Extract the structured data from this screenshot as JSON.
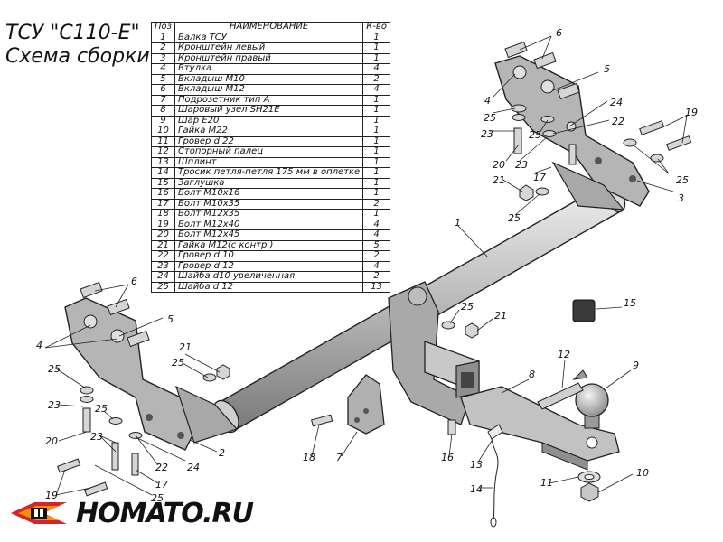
{
  "title": {
    "line1": "ТСУ \"С110-Е\"",
    "line2": "Схема сборки"
  },
  "table": {
    "headers": {
      "pos": "Поз",
      "name": "НАИМЕНОВАНИЕ",
      "qty": "К-во"
    },
    "rows": [
      {
        "pos": "1",
        "name": "Балка ТСУ",
        "qty": "1"
      },
      {
        "pos": "2",
        "name": "Кронштейн левый",
        "qty": "1"
      },
      {
        "pos": "3",
        "name": "Кронштейн правый",
        "qty": "1"
      },
      {
        "pos": "4",
        "name": "Втулка",
        "qty": "4"
      },
      {
        "pos": "5",
        "name": "Вкладыш М10",
        "qty": "2"
      },
      {
        "pos": "6",
        "name": "Вкладыш М12",
        "qty": "4"
      },
      {
        "pos": "7",
        "name": "Подрозетник тип А",
        "qty": "1"
      },
      {
        "pos": "8",
        "name": "Шаровый узел SH21E",
        "qty": "1"
      },
      {
        "pos": "9",
        "name": "Шар Е20",
        "qty": "1"
      },
      {
        "pos": "10",
        "name": "Гайка М22",
        "qty": "1"
      },
      {
        "pos": "11",
        "name": "Гровер d 22",
        "qty": "1"
      },
      {
        "pos": "12",
        "name": "Стопорный палец",
        "qty": "1"
      },
      {
        "pos": "13",
        "name": "Шплинт",
        "qty": "1"
      },
      {
        "pos": "14",
        "name": "Тросик петля-петля 175 мм в оплетке",
        "qty": "1"
      },
      {
        "pos": "15",
        "name": "Заглушка",
        "qty": "1"
      },
      {
        "pos": "16",
        "name": "Болт М10х16",
        "qty": "1"
      },
      {
        "pos": "17",
        "name": "Болт М10х35",
        "qty": "2"
      },
      {
        "pos": "18",
        "name": "Болт М12х35",
        "qty": "1"
      },
      {
        "pos": "19",
        "name": "Болт М12х40",
        "qty": "4"
      },
      {
        "pos": "20",
        "name": "Болт М12х45",
        "qty": "4"
      },
      {
        "pos": "21",
        "name": "Гайка М12(с контр.)",
        "qty": "5"
      },
      {
        "pos": "22",
        "name": "Гровер d 10",
        "qty": "2"
      },
      {
        "pos": "23",
        "name": "Гровер d 12",
        "qty": "4"
      },
      {
        "pos": "24",
        "name": "Шайба d10 увеличенная",
        "qty": "2"
      },
      {
        "pos": "25",
        "name": "Шайба d 12",
        "qty": "13"
      }
    ]
  },
  "callouts": [
    {
      "id": "c6a",
      "text": "6"
    },
    {
      "id": "c5a",
      "text": "5"
    },
    {
      "id": "c4a",
      "text": "4"
    },
    {
      "id": "c24a",
      "text": "24"
    },
    {
      "id": "c25a",
      "text": "25"
    },
    {
      "id": "c22a",
      "text": "22"
    },
    {
      "id": "c23a",
      "text": "23"
    },
    {
      "id": "c25b",
      "text": "25"
    },
    {
      "id": "c20a",
      "text": "20"
    },
    {
      "id": "c23b",
      "text": "23"
    },
    {
      "id": "c17a",
      "text": "17"
    },
    {
      "id": "c21a",
      "text": "21"
    },
    {
      "id": "c25c",
      "text": "25"
    },
    {
      "id": "c19a",
      "text": "19"
    },
    {
      "id": "c25d",
      "text": "25"
    },
    {
      "id": "c3",
      "text": "3"
    },
    {
      "id": "c1",
      "text": "1"
    },
    {
      "id": "c6b",
      "text": "6"
    },
    {
      "id": "c5b",
      "text": "5"
    },
    {
      "id": "c4b",
      "text": "4"
    },
    {
      "id": "c21b",
      "text": "21"
    },
    {
      "id": "c25e",
      "text": "25"
    },
    {
      "id": "c25f",
      "text": "25"
    },
    {
      "id": "c23c",
      "text": "23"
    },
    {
      "id": "c25g",
      "text": "25"
    },
    {
      "id": "c20b",
      "text": "20"
    },
    {
      "id": "c23d",
      "text": "23"
    },
    {
      "id": "c24b",
      "text": "24"
    },
    {
      "id": "c22b",
      "text": "22"
    },
    {
      "id": "c17b",
      "text": "17"
    },
    {
      "id": "c19b",
      "text": "19"
    },
    {
      "id": "c25h",
      "text": "25"
    },
    {
      "id": "c2",
      "text": "2"
    },
    {
      "id": "c25i",
      "text": "25"
    },
    {
      "id": "c21c",
      "text": "21"
    },
    {
      "id": "c15",
      "text": "15"
    },
    {
      "id": "c12",
      "text": "12"
    },
    {
      "id": "c9",
      "text": "9"
    },
    {
      "id": "c8",
      "text": "8"
    },
    {
      "id": "c7",
      "text": "7"
    },
    {
      "id": "c18",
      "text": "18"
    },
    {
      "id": "c16",
      "text": "16"
    },
    {
      "id": "c13",
      "text": "13"
    },
    {
      "id": "c14",
      "text": "14"
    },
    {
      "id": "c11",
      "text": "11"
    },
    {
      "id": "c10",
      "text": "10"
    }
  ],
  "logo": {
    "text": "HOMATO.RU",
    "colors": {
      "red": "#d8232a",
      "orange": "#f39200",
      "dark": "#111111"
    }
  }
}
